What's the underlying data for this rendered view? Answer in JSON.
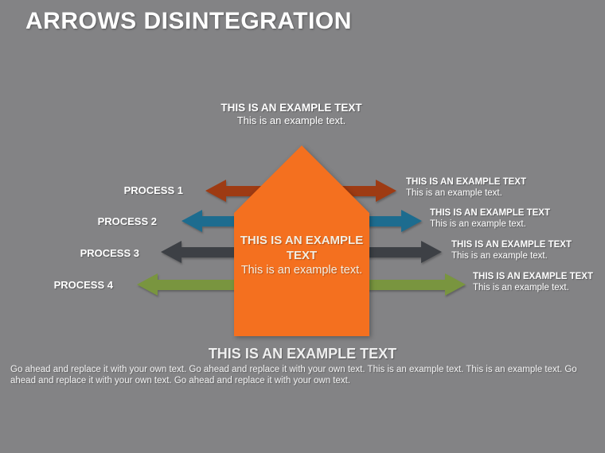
{
  "slide": {
    "title": "ARROWS DISINTEGRATION",
    "background_color": "#838385",
    "accent_color": "#F4701F"
  },
  "top_note": {
    "heading": "THIS IS AN EXAMPLE TEXT",
    "subtext": "This is an example text."
  },
  "center_shape": {
    "shape": "up-arrow-pentagon",
    "color": "#F4701F",
    "heading": "THIS IS AN EXAMPLE TEXT",
    "subtext": "This is an example text."
  },
  "processes": [
    {
      "label": "PROCESS 1",
      "arrow_color": "#9E3B13",
      "note_heading": "THIS IS AN EXAMPLE TEXT",
      "note_subtext": "This is an example text."
    },
    {
      "label": "PROCESS 2",
      "arrow_color": "#1D6C8F",
      "note_heading": "THIS IS AN EXAMPLE TEXT",
      "note_subtext": "This is an example text."
    },
    {
      "label": "PROCESS 3",
      "arrow_color": "#3D4045",
      "note_heading": "THIS IS AN EXAMPLE TEXT",
      "note_subtext": "This is an example text."
    },
    {
      "label": "PROCESS 4",
      "arrow_color": "#79953F",
      "note_heading": "THIS IS AN EXAMPLE TEXT",
      "note_subtext": "This is an example text."
    }
  ],
  "bottom_note": {
    "heading": "THIS IS AN EXAMPLE TEXT",
    "paragraph": "Go ahead and replace it with your own text. Go ahead and replace it with your own text. This is an example text. This is an example text. Go ahead and replace it with your own text. Go ahead and replace it with your own text."
  }
}
